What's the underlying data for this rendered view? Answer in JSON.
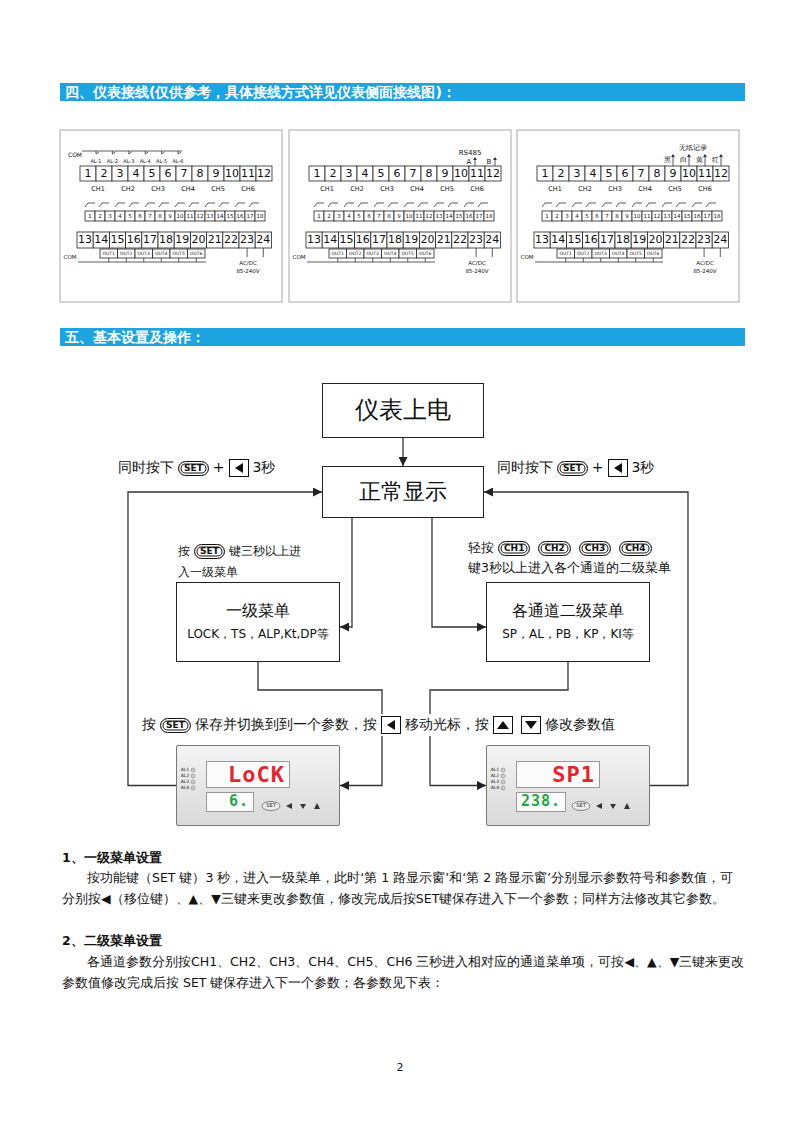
{
  "diagram": {
    "nodes": [
      {
        "text": [
          "仪表上电"
        ]
      },
      {
        "text": [
          "正常显示"
        ]
      },
      {
        "text": [
          "一级菜单",
          "LOCK，TS，ALP,Kt,DP等"
        ]
      },
      {
        "text": [
          "各通道二级菜单",
          "SP，AL，PB，KP，KI等"
        ]
      },
      {
        "text": [
          "AL1",
          "AL2",
          "AL3",
          "AL4",
          "SET"
        ]
      },
      {
        "text": [
          "LoCK"
        ],
        "in": 4
      },
      {
        "text": [
          "6."
        ],
        "in": 4
      },
      {
        "text": [
          "AL1",
          "AL2",
          "AL3",
          "AL4",
          "SET"
        ]
      },
      {
        "text": [
          "SP1"
        ],
        "in": 7
      },
      {
        "text": [
          "238."
        ],
        "in": 7
      }
    ],
    "edges": [
      {
        "from": 0,
        "to": 1,
        "arrow": "to"
      },
      {
        "from": 1,
        "to": 2,
        "arrow": "to"
      },
      {
        "from": 1,
        "to": 3,
        "arrow": "to"
      },
      {
        "from": 2,
        "to": 4,
        "arrow": "to"
      },
      {
        "from": 3,
        "to": 7,
        "arrow": "to"
      },
      {
        "from": 4,
        "to": 1,
        "arrow": "to"
      },
      {
        "from": 7,
        "to": 1,
        "arrow": "to"
      }
    ],
    "labels": [
      "四、仪表接线(仅供参考，具体接线方式详见仪表侧面接线图)：",
      "COM",
      "AL-1",
      "AL-2",
      "AL-3",
      "AL-4",
      "AL-5",
      "AL-6",
      "1",
      "2",
      "3",
      "4",
      "5",
      "6",
      "7",
      "8",
      "9",
      "10",
      "11",
      "12",
      "CH1",
      "CH2",
      "CH3",
      "CH4",
      "CH5",
      "CH6",
      "1",
      "2",
      "3",
      "4",
      "5",
      "6",
      "7",
      "8",
      "9",
      "10",
      "11",
      "12",
      "13",
      "14",
      "15",
      "16",
      "17",
      "18",
      "13",
      "14",
      "15",
      "16",
      "17",
      "18",
      "19",
      "20",
      "21",
      "22",
      "23",
      "24",
      "COM",
      "OUT1",
      "OUT2",
      "OUT3",
      "OUT4",
      "OUT5",
      "OUT6",
      "AC/DC",
      "85-240V",
      "RS485",
      "A",
      "B",
      "1",
      "2",
      "3",
      "4",
      "5",
      "6",
      "7",
      "8",
      "9",
      "10",
      "11",
      "12",
      "CH1",
      "CH2",
      "CH3",
      "CH4",
      "CH5",
      "CH6",
      "1",
      "2",
      "3",
      "4",
      "5",
      "6",
      "7",
      "8",
      "9",
      "10",
      "11",
      "12",
      "13",
      "14",
      "15",
      "16",
      "17",
      "18",
      "13",
      "14",
      "15",
      "16",
      "17",
      "18",
      "19",
      "20",
      "21",
      "22",
      "23",
      "24",
      "COM",
      "OUT1",
      "OUT2",
      "OUT3",
      "OUT4",
      "OUT5",
      "OUT6",
      "AC/DC",
      "85-240V",
      "无纸记录",
      "黑",
      "白",
      "黄",
      "红",
      "1",
      "2",
      "3",
      "4",
      "5",
      "6",
      "7",
      "8",
      "9",
      "10",
      "11",
      "12",
      "CH1",
      "CH2",
      "CH3",
      "CH4",
      "CH5",
      "CH6",
      "1",
      "2",
      "3",
      "4",
      "5",
      "6",
      "7",
      "8",
      "9",
      "10",
      "11",
      "12",
      "13",
      "14",
      "15",
      "16",
      "17",
      "18",
      "13",
      "14",
      "15",
      "16",
      "17",
      "18",
      "19",
      "20",
      "21",
      "22",
      "23",
      "24",
      "COM",
      "OUT1",
      "OUT2",
      "OUT3",
      "OUT4",
      "OUT5",
      "OUT6",
      "AC/DC",
      "85-240V",
      "五、基本设置及操作：",
      "同时按下",
      "SET",
      "+",
      "3秒",
      "同时按下",
      "SET",
      "+",
      "3秒",
      "按",
      "SET",
      "键三秒以上进入一级菜单",
      "轻按",
      "CH1",
      "CH2",
      "CH3",
      "CH4",
      "键3秒以上进入各个通道的二级菜单",
      "按",
      "SET",
      "保存并切换到到一个参数，按",
      "移动光标，按",
      "修改参数值",
      "1、一级菜单设置",
      "按功能键（SET 键）3 秒，进入一级菜单，此时‘第 1 路显示窗’和‘第 2 路显示窗’分别显示参数符号和参数值，可分别按◀（移位键）、▲、▼三键来更改参数值，修改完成后按SET键保存进入下一个参数；同样方法修改其它参数。",
      "2、二级菜单设置",
      "各通道参数分别按CH1、CH2、CH3、CH4、CH5、CH6 三秒进入相对应的通道菜单项，可按◀、▲、▼三键来更改参数值修改完成后按 SET 键保存进入下一个参数；各参数见下表：",
      "2"
    ]
  }
}
